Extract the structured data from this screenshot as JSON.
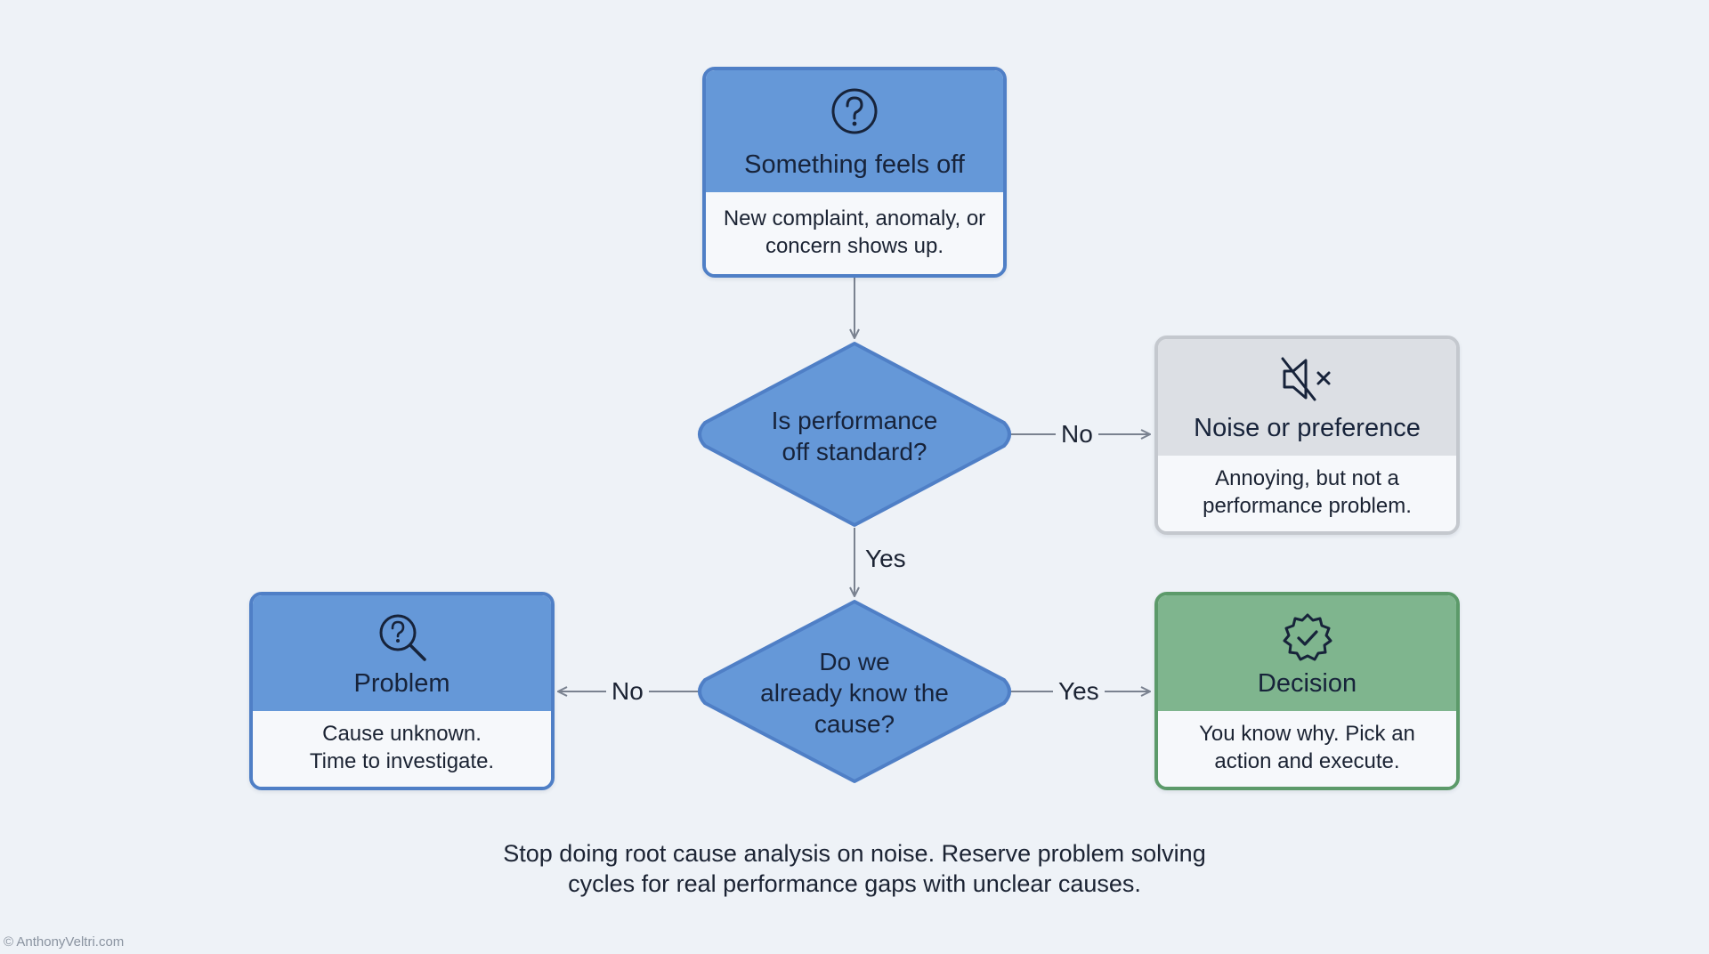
{
  "nodes": {
    "start": {
      "title": "Something feels off",
      "body": "New complaint, anomaly, or concern shows up."
    },
    "question_standard": {
      "label_lines": [
        "Is performance",
        "off standard?"
      ]
    },
    "noise": {
      "title": "Noise or preference",
      "body": "Annoying, but not a performance problem."
    },
    "question_cause": {
      "label_lines": [
        "Do we",
        "already know the",
        "cause?"
      ]
    },
    "problem": {
      "title": "Problem",
      "body_lines": [
        "Cause unknown.",
        "Time to investigate."
      ]
    },
    "decision": {
      "title": "Decision",
      "body": "You know why. Pick an action and execute."
    }
  },
  "edges": {
    "standard_no": "No",
    "standard_yes": "Yes",
    "cause_no": "No",
    "cause_yes": "Yes"
  },
  "icons": {
    "start": "question-circle-icon",
    "noise": "speaker-muted-icon",
    "problem": "magnifier-question-icon",
    "decision": "badge-check-icon"
  },
  "colors": {
    "blue_fill": "#6598d8",
    "blue_border": "#4f7fc6",
    "gray_fill": "#dcdfe4",
    "green_fill": "#7fb58e",
    "green_border": "#5c9a6a"
  },
  "caption_lines": [
    "Stop doing root cause analysis on noise. Reserve problem solving",
    "cycles for real performance gaps with unclear causes."
  ],
  "credit": "© AnthonyVeltri.com"
}
